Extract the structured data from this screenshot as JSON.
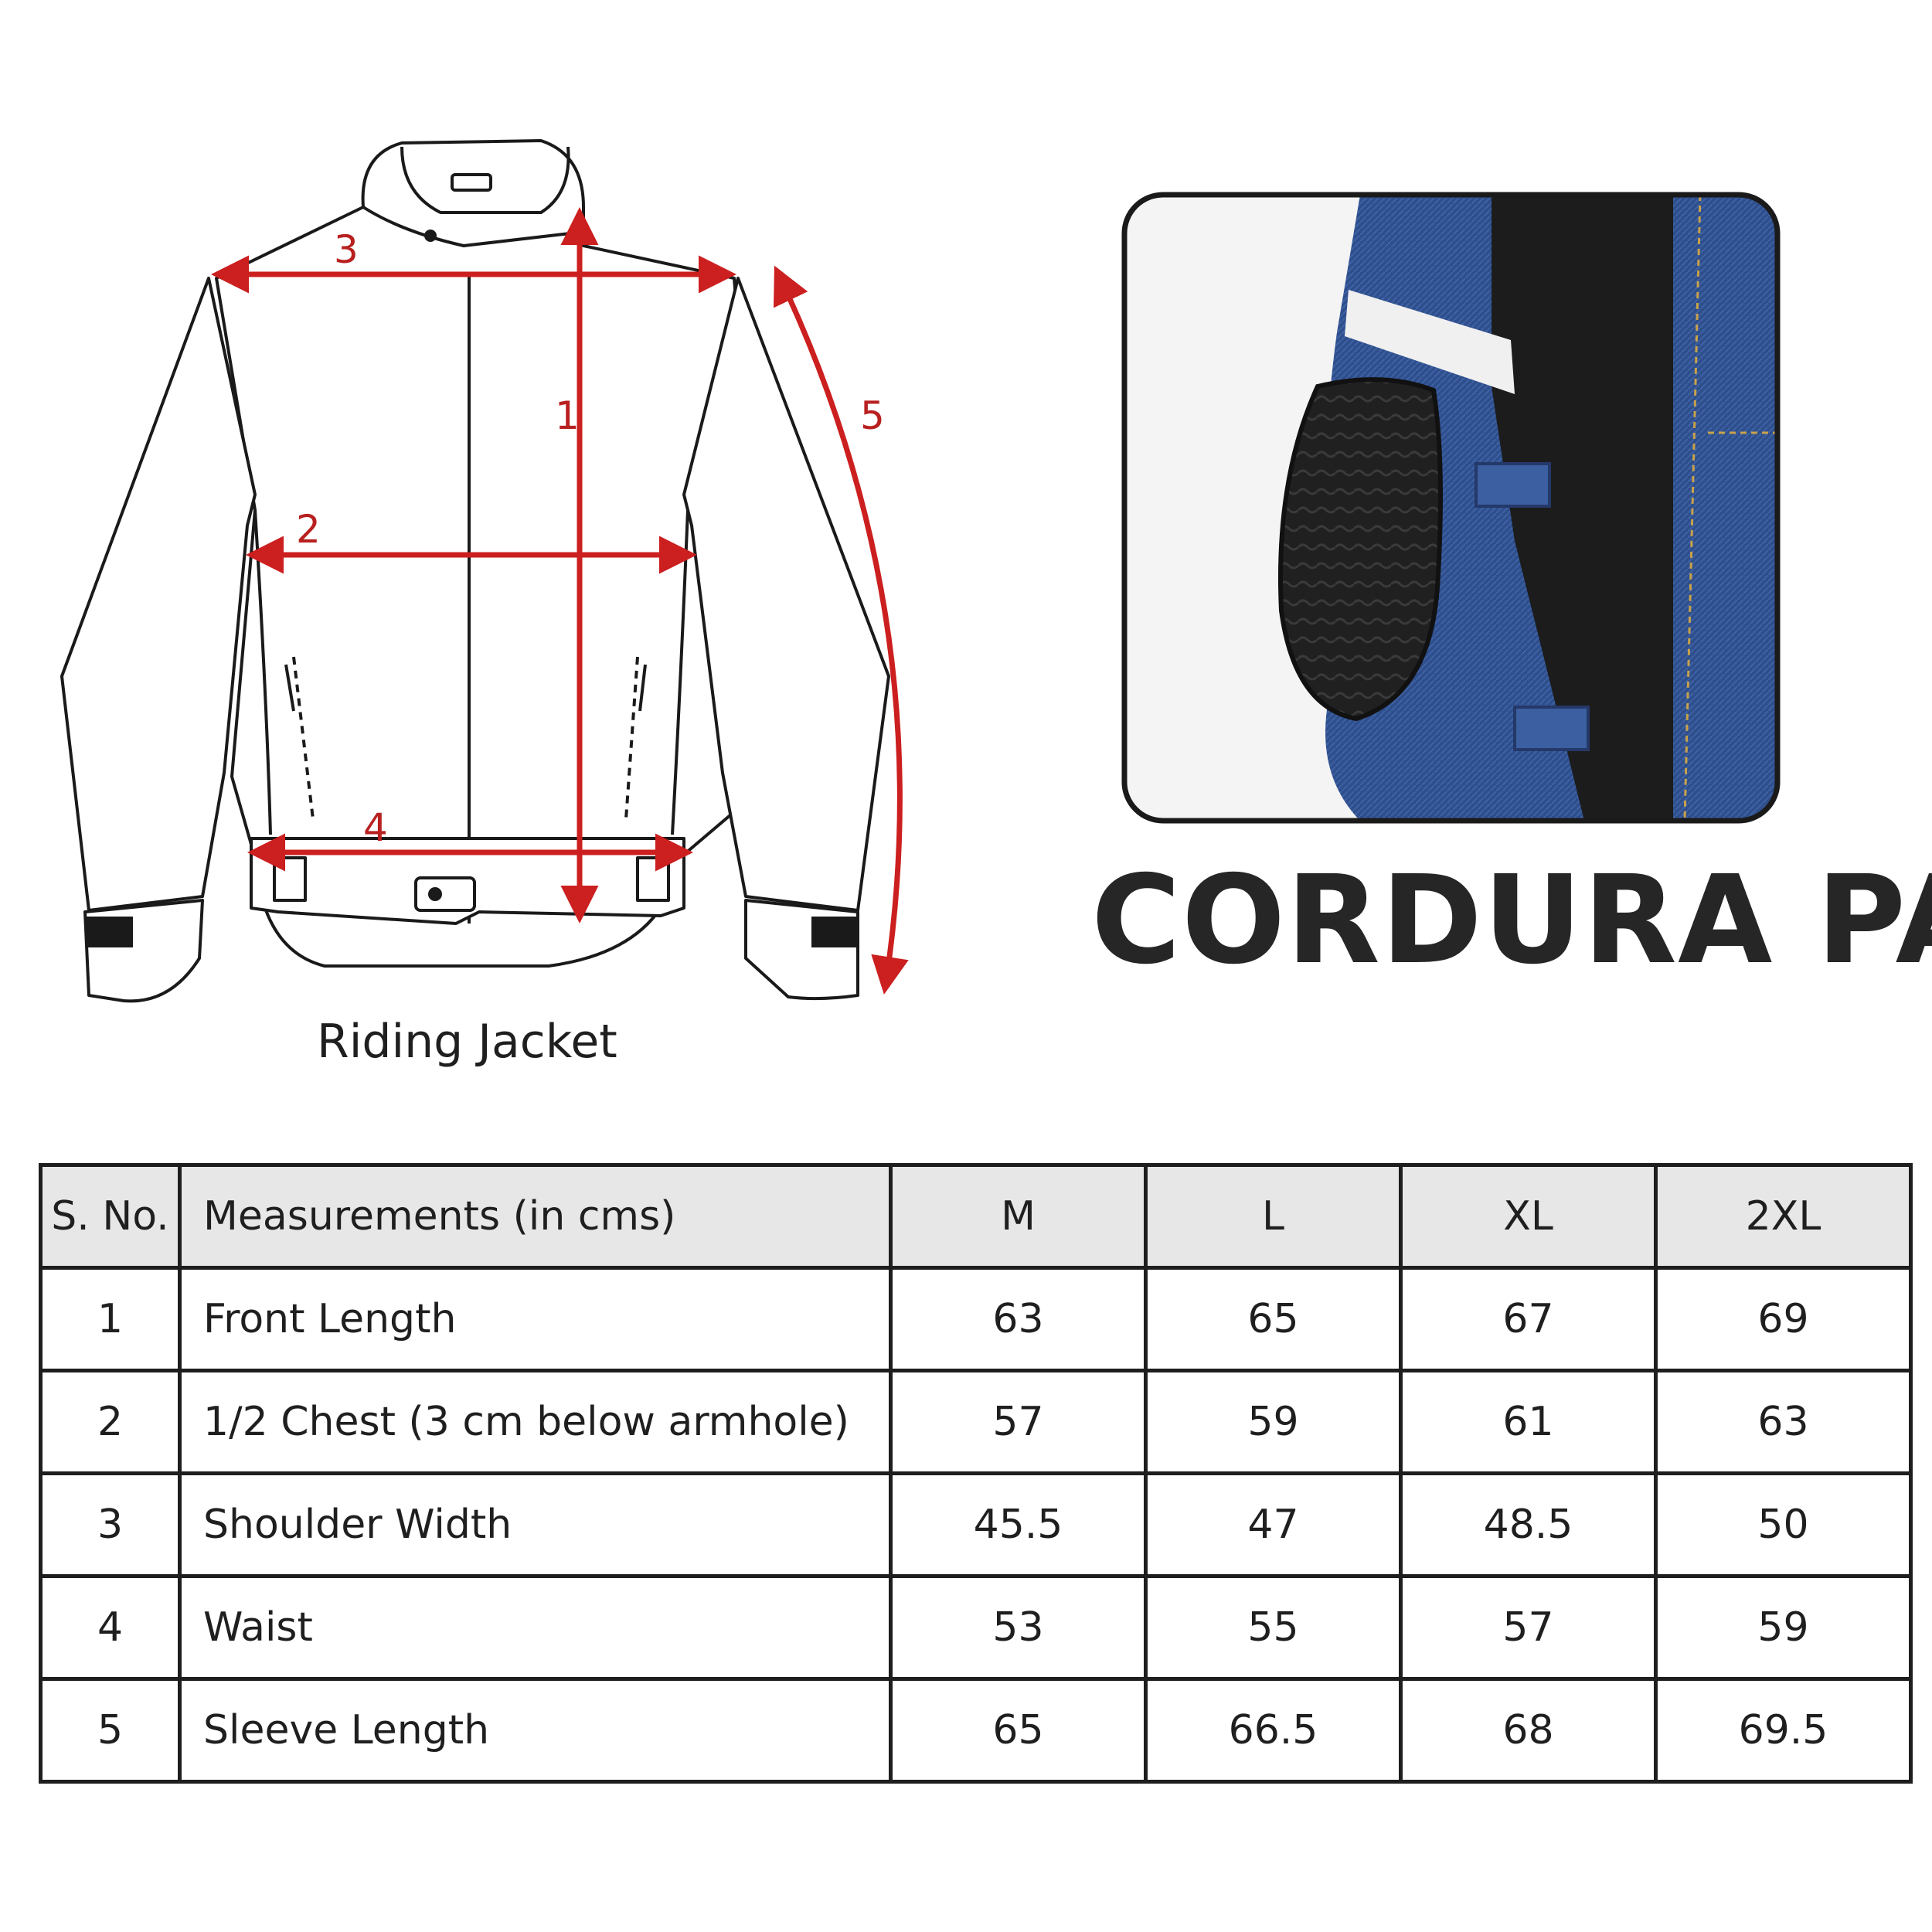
{
  "diagram": {
    "caption": "Riding Jacket",
    "markers": [
      "1",
      "2",
      "3",
      "4",
      "5"
    ],
    "colors": {
      "arrow": "#cc1f1f",
      "outline": "#1a1a1a",
      "denim": "#2e4f8e"
    }
  },
  "patch": {
    "title": "CORDURA PATCH",
    "image_icons": [
      "denim-sleeve-image",
      "cordura-elbow-patch"
    ]
  },
  "table": {
    "headers": [
      "S. No.",
      "Measurements (in cms)",
      "M",
      "L",
      "XL",
      "2XL"
    ],
    "rows": [
      [
        "1",
        "Front Length",
        "63",
        "65",
        "67",
        "69"
      ],
      [
        "2",
        "1/2 Chest (3 cm below armhole)",
        "57",
        "59",
        "61",
        "63"
      ],
      [
        "3",
        "Shoulder Width",
        "45.5",
        "47",
        "48.5",
        "50"
      ],
      [
        "4",
        "Waist",
        "53",
        "55",
        "57",
        "59"
      ],
      [
        "5",
        "Sleeve Length",
        "65",
        "66.5",
        "68",
        "69.5"
      ]
    ]
  }
}
